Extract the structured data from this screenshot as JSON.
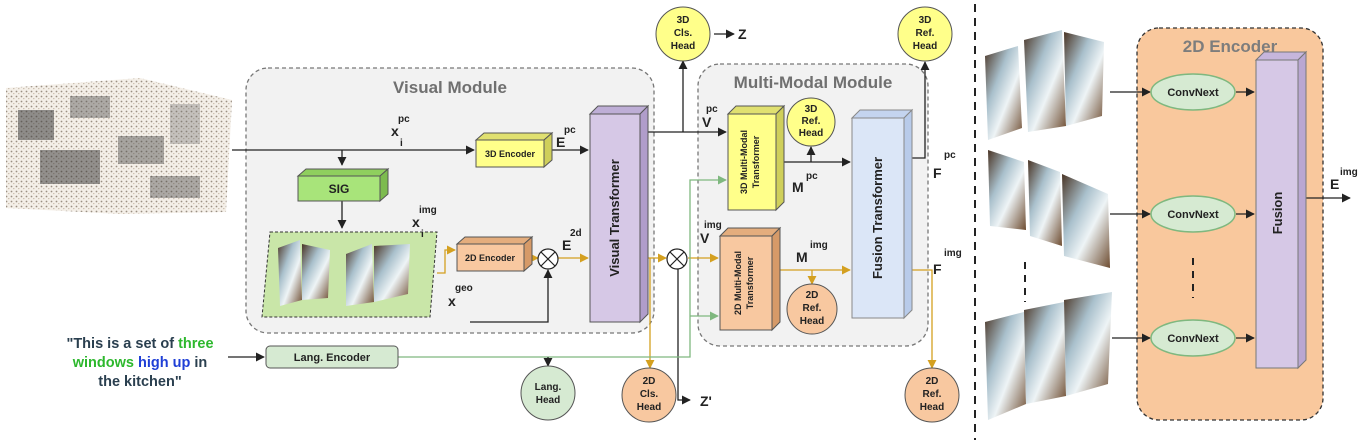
{
  "modules": {
    "visual": "Visual Module",
    "multimodal": "Multi-Modal Module",
    "encoder2d_panel": "2D Encoder"
  },
  "blocks": {
    "encoder3d": "3D Encoder",
    "sig": "SIG",
    "encoder2d": "2D Encoder",
    "visual_transformer": "Visual Transformer",
    "mm3d": [
      "3D Multi-Modal",
      "Transformer"
    ],
    "mm2d": [
      "2D Multi-Modal",
      "Transformer"
    ],
    "fusion_transformer": "Fusion Transformer",
    "lang_encoder": "Lang. Encoder",
    "convnext": "ConvNext",
    "fusion": "Fusion"
  },
  "heads": {
    "cls3d": [
      "3D",
      "Cls.",
      "Head"
    ],
    "ref3d_top": [
      "3D",
      "Ref.",
      "Head"
    ],
    "ref3d_mid": [
      "3D",
      "Ref.",
      "Head"
    ],
    "ref2d_mid": [
      "2D",
      "Ref.",
      "Head"
    ],
    "cls2d": [
      "2D",
      "Cls.",
      "Head"
    ],
    "ref2d_bottom": [
      "2D",
      "Ref.",
      "Head"
    ],
    "lang": [
      "Lang.",
      "Head"
    ]
  },
  "outputs": {
    "z": "Z",
    "z_prime": "Z'"
  },
  "variables": {
    "x_pc": {
      "base": "x",
      "sub": "i",
      "sup": "pc"
    },
    "x_img": {
      "base": "x",
      "sub": "i",
      "sup": "img"
    },
    "x_geo": {
      "base": "x",
      "sup": "geo"
    },
    "e_pc": {
      "base": "E",
      "sup": "pc"
    },
    "e_2d": {
      "base": "E",
      "sup": "2d"
    },
    "v_pc": {
      "base": "V",
      "sup": "pc"
    },
    "v_img": {
      "base": "V",
      "sup": "img"
    },
    "m_pc": {
      "base": "M",
      "sup": "pc"
    },
    "m_img": {
      "base": "M",
      "sup": "img"
    },
    "f_pc": {
      "base": "F",
      "sup": "pc"
    },
    "f_img": {
      "base": "F",
      "sup": "img"
    },
    "e_img": {
      "base": "E",
      "sup": "img"
    }
  },
  "caption": {
    "line1": [
      {
        "text": "\"This is a set of ",
        "color": "#2a3f4f"
      },
      {
        "text": "three",
        "color": "#2db82d"
      }
    ],
    "line2": [
      {
        "text": "windows ",
        "color": "#2db82d"
      },
      {
        "text": "high up",
        "color": "#1f3fd6"
      },
      {
        "text": " in",
        "color": "#2a3f4f"
      }
    ],
    "line3": [
      {
        "text": "the kitchen\"",
        "color": "#2a3f4f"
      }
    ]
  },
  "colors": {
    "yellow": "#ffff8a",
    "green_block": "#a8e47a",
    "orange": "#f8c8a0",
    "purple": "#d6c8e6",
    "blue": "#dbe6f7",
    "lang_green": "#d6ead2",
    "panel_orange": "#f9c89d",
    "image_panel": "#c9e6a8",
    "gold_arrow": "#d4a020",
    "green_arrow": "#7fb87f"
  }
}
